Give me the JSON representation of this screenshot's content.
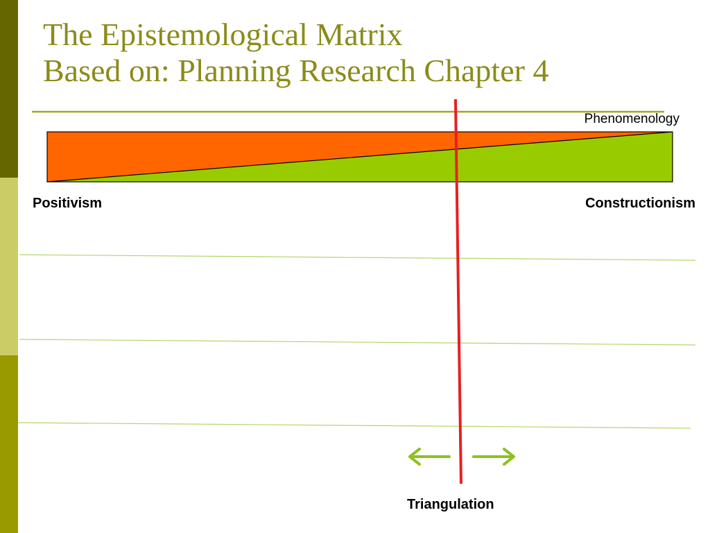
{
  "slide": {
    "title_line1": "The Epistemological Matrix",
    "title_line2": "Based on: Planning Research Chapter 4"
  },
  "diagram": {
    "left_label": "Positivism",
    "right_label": "Constructionism",
    "top_right_label": "Phenomenology",
    "bottom_label": "Triangulation",
    "arrows": [
      "arrow-left-icon",
      "arrow-right-icon"
    ]
  },
  "colors": {
    "title_text": "#8b8b1a",
    "title_rule": "#a5a51e",
    "sidebar_dark": "#666600",
    "sidebar_light": "#cccc66",
    "sidebar_olive": "#999900",
    "orange_region": "#ff6600",
    "green_region": "#99cc00",
    "divider_red": "#e82020",
    "arrow_green": "#8dc21f",
    "guide_lines": "#b5d56b"
  }
}
